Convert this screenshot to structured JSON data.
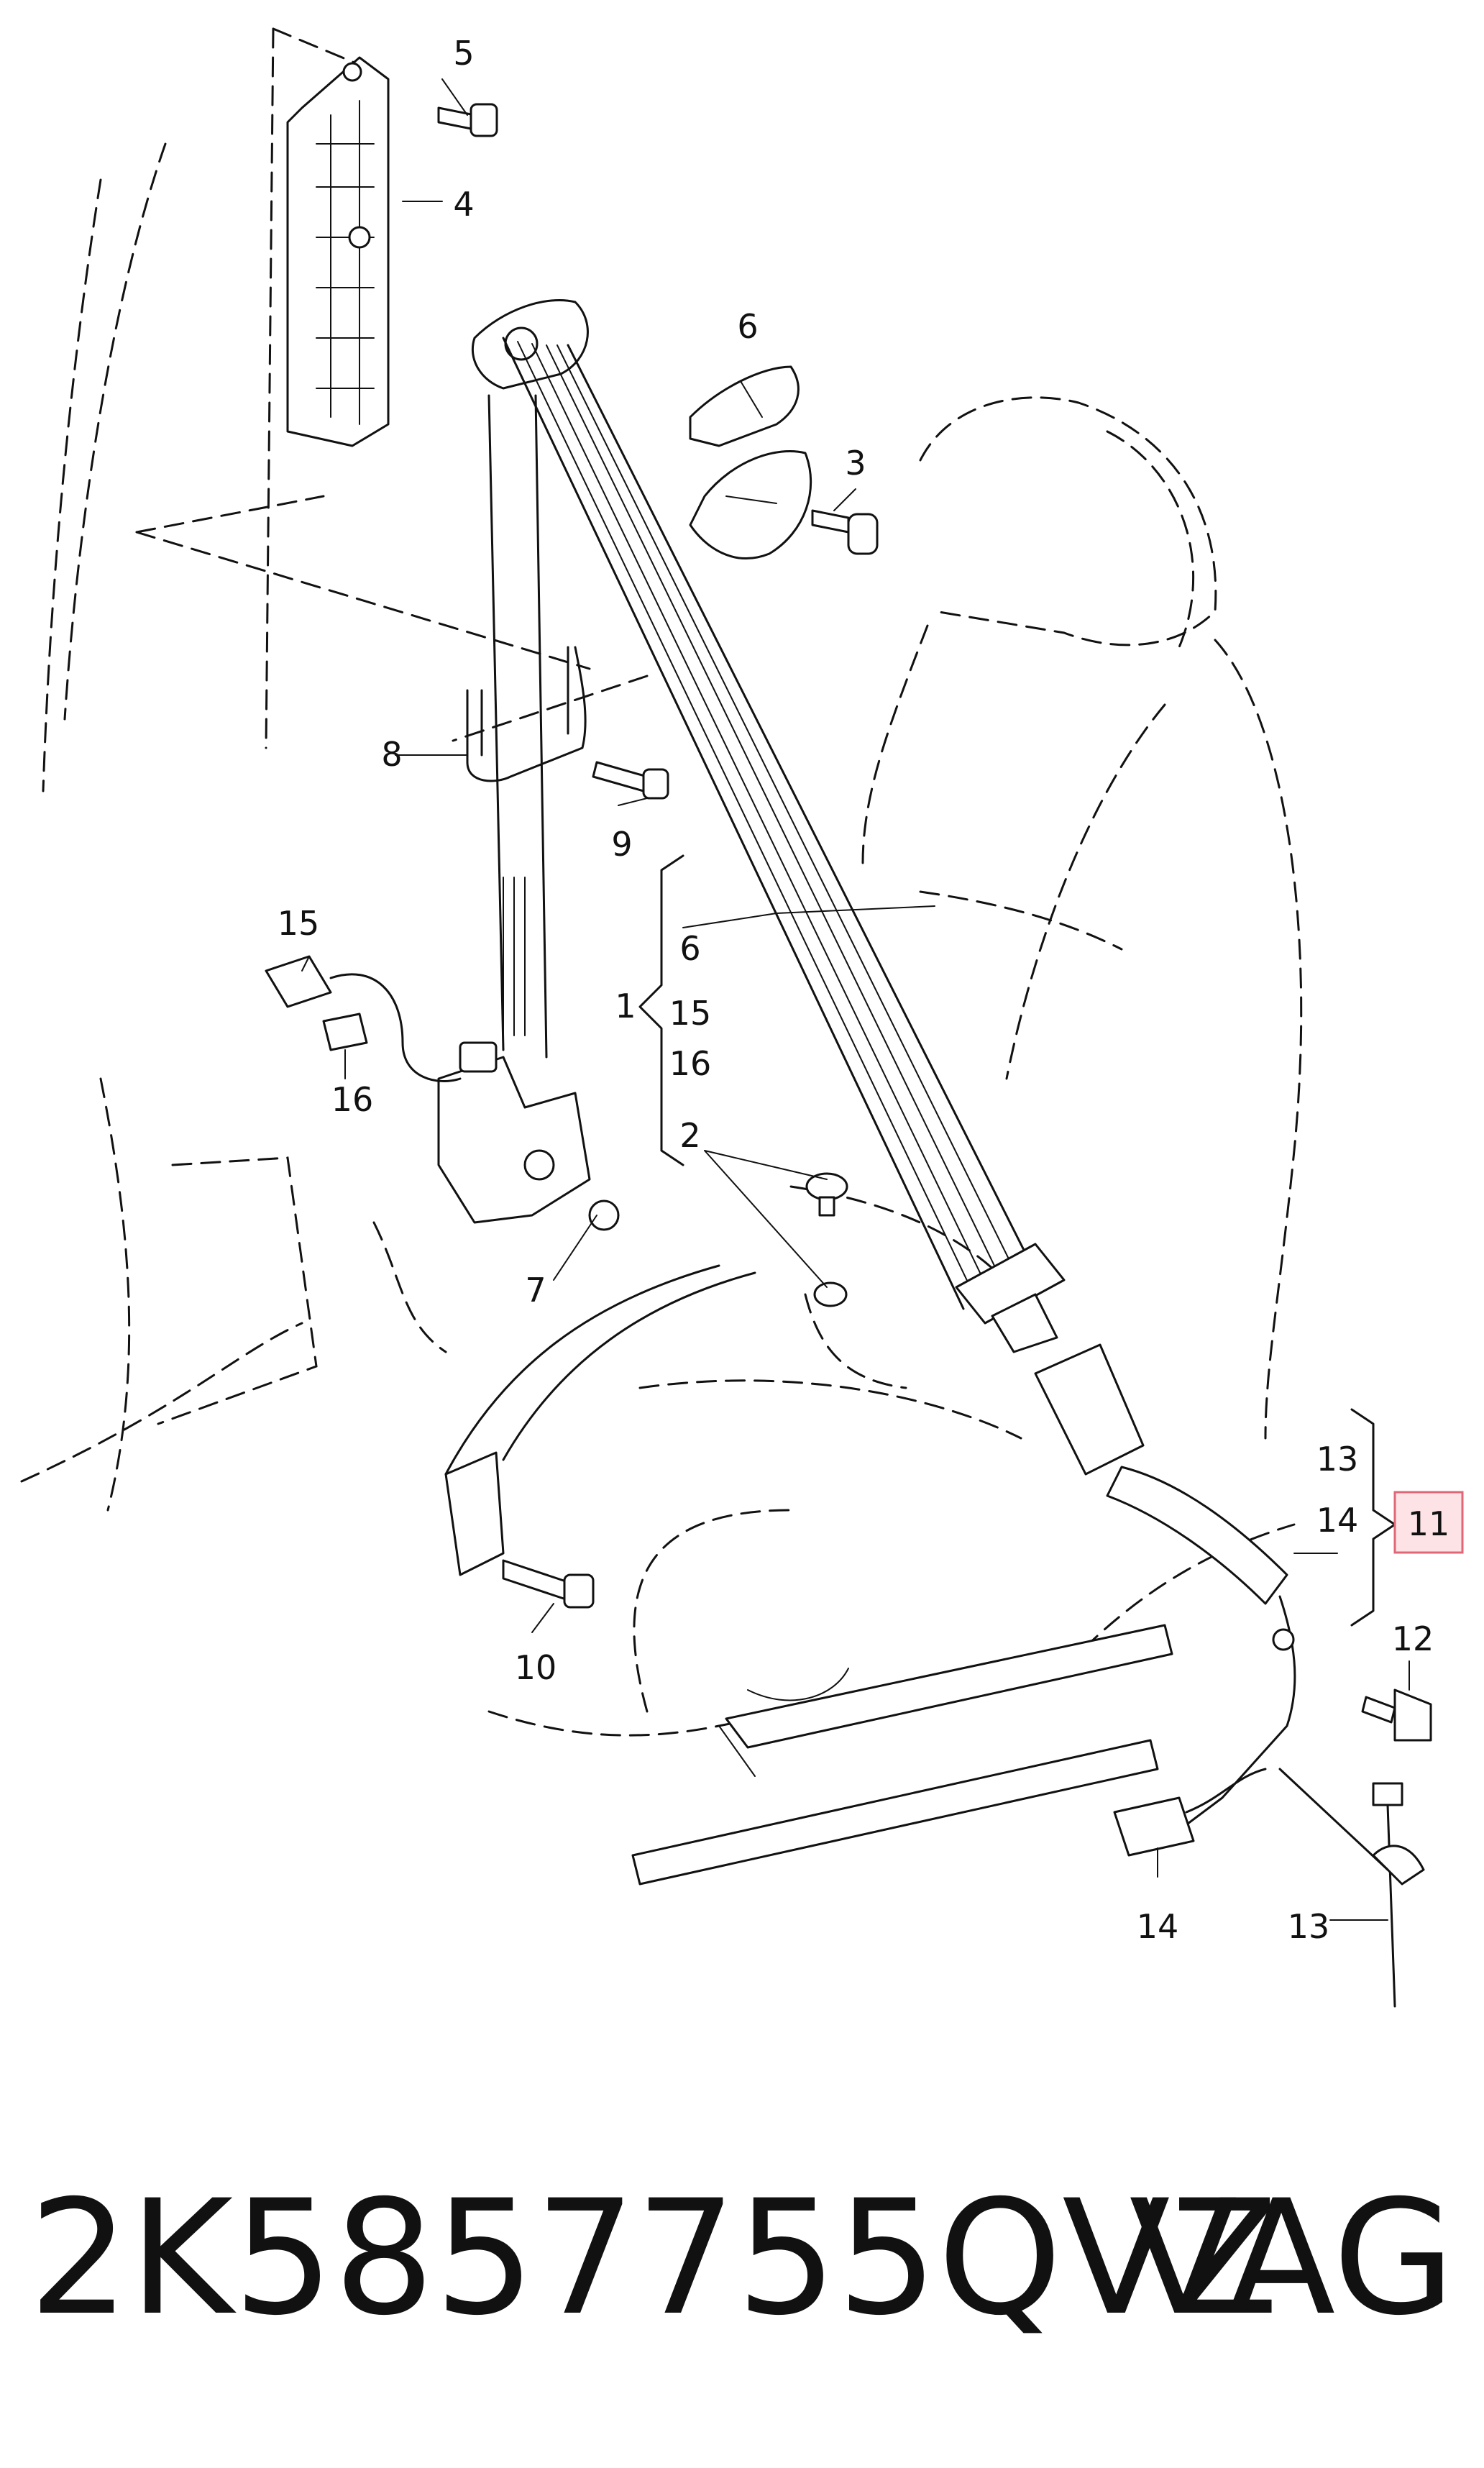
{
  "diagram": {
    "labels": {
      "1": "1",
      "2": "2",
      "3": "3",
      "4": "4",
      "5": "5",
      "6a": "6",
      "6b": "6",
      "7": "7",
      "8": "8",
      "9": "9",
      "10": "10",
      "11": "11",
      "12": "12",
      "13a": "13",
      "13b": "13",
      "14a": "14",
      "14b": "14",
      "15a": "15",
      "15b": "15",
      "16a": "16",
      "16b": "16"
    },
    "highlighted_part": "11",
    "highlight_color": "#fde3e6"
  },
  "footer": {
    "part_number": "2K5857755QVZ",
    "brand": "VAG"
  }
}
